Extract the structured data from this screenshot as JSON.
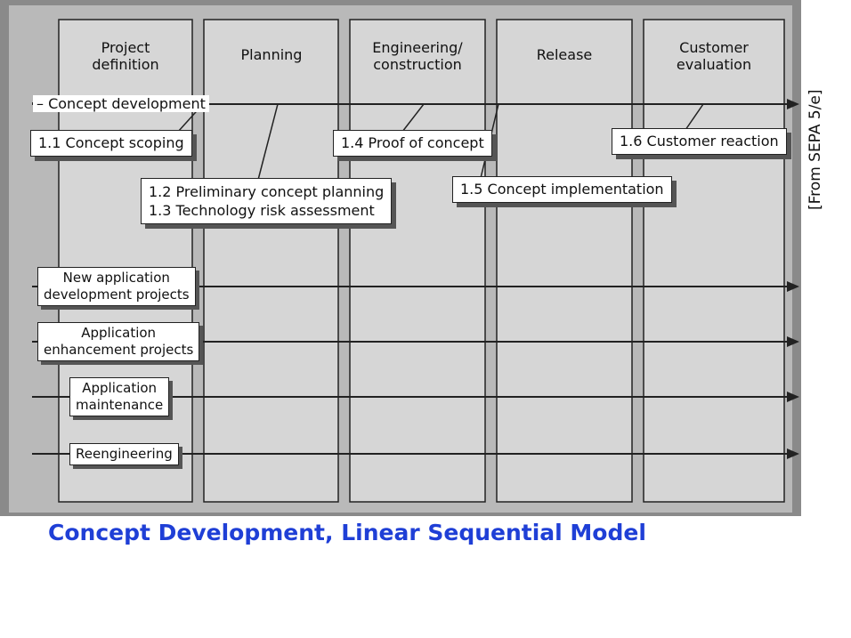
{
  "columns": [
    {
      "label": "Project\ndefinition"
    },
    {
      "label": "Planning"
    },
    {
      "label": "Engineering/\nconstruction"
    },
    {
      "label": "Release"
    },
    {
      "label": "Customer\nevaluation"
    }
  ],
  "flows": {
    "concept_development": "Concept development"
  },
  "tasks": {
    "t1_1": "1.1 Concept scoping",
    "t1_2": "1.2 Preliminary concept planning",
    "t1_3": "1.3 Technology risk assessment",
    "t1_4": "1.4 Proof of concept",
    "t1_5": "1.5 Concept implementation",
    "t1_6": "1.6 Customer reaction"
  },
  "projects": {
    "new_app_line1": "New application",
    "new_app_line2": "development projects",
    "enh_line1": "Application",
    "enh_line2": "enhancement projects",
    "maint_line1": "Application",
    "maint_line2": "maintenance",
    "reeng": "Reengineering"
  },
  "source_note": "[From SEPA 5/e]",
  "caption": "Concept Development, Linear Sequential Model",
  "colors": {
    "background_panel": "#8a8a8a",
    "column_fill": "#d6d6d6",
    "caption": "#1f3fd6"
  }
}
